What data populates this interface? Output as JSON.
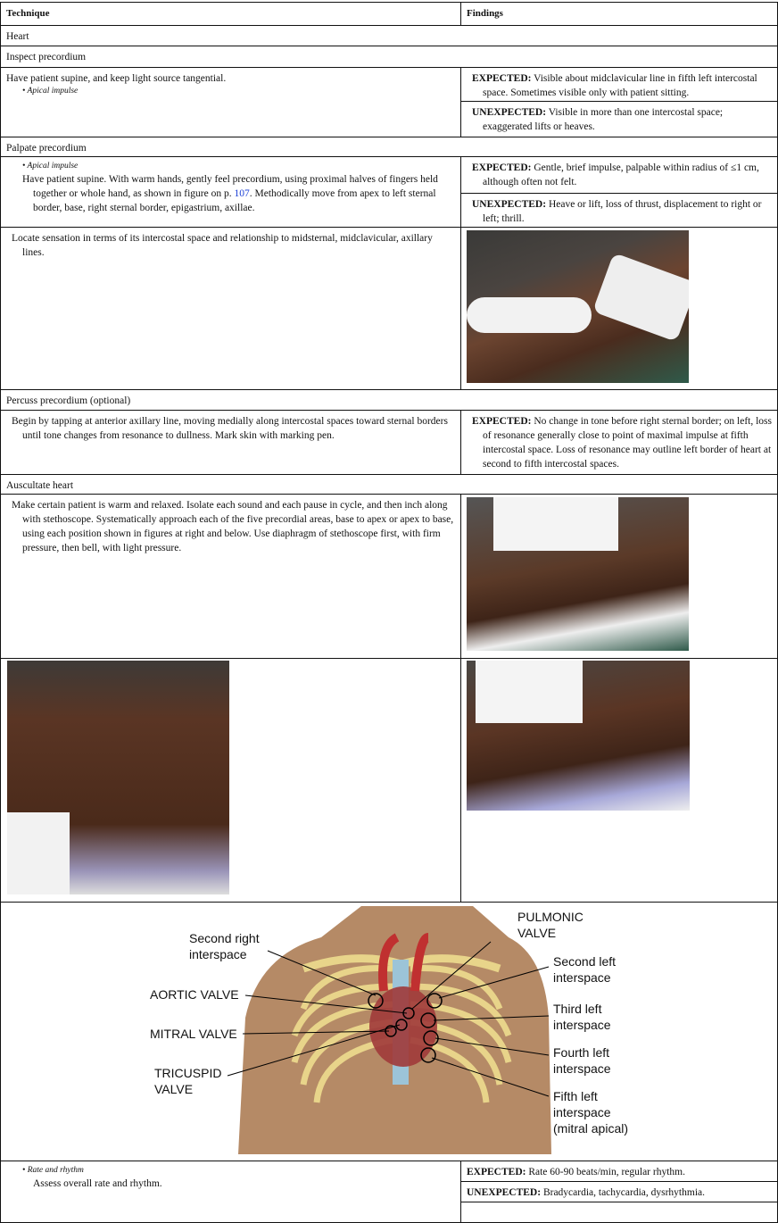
{
  "header": {
    "technique": "Technique",
    "findings": "Findings"
  },
  "section": "Heart",
  "inspect": {
    "title": "Inspect precordium",
    "technique": "Have patient supine, and keep light source tangential.",
    "bullet": "• Apical impulse",
    "expected_label": "EXPECTED:",
    "expected": " Visible about midclavicular line in fifth left intercostal space. Sometimes visible only with patient sitting.",
    "unexpected_label": "UNEXPECTED:",
    "unexpected": " Visible in more than one intercostal space; exaggerated lifts or heaves."
  },
  "palpate": {
    "title": "Palpate precordium",
    "bullet": "• Apical impulse",
    "technique_a": "Have patient supine. With warm hands, gently feel precordium, using proximal halves of fingers held together or whole hand, as shown in figure on p. ",
    "page_link": "107",
    "technique_b": ". Methodically move from apex to left sternal border, base, right sternal border, epigastrium, axillae.",
    "expected_label": "EXPECTED:",
    "expected": " Gentle, brief impulse, palpable within radius of ≤1 cm, although often not felt.",
    "unexpected_label": "UNEXPECTED:",
    "unexpected": " Heave or lift, loss of thrust, displacement to right or left; thrill.",
    "locate": "Locate sensation in terms of its intercostal space and relationship to midsternal, midclavicular, axillary lines."
  },
  "percuss": {
    "title": "Percuss precordium (optional)",
    "technique": "Begin by tapping at anterior axillary line, moving medially along intercostal spaces toward sternal borders until tone changes from resonance to dullness. Mark skin with marking pen.",
    "expected_label": "EXPECTED:",
    "expected": " No change in tone before right sternal border; on left, loss of resonance generally close to point of maximal impulse at fifth intercostal space. Loss of resonance may outline left border of heart at second to fifth intercostal spaces."
  },
  "auscultate": {
    "title": "Auscultate heart",
    "technique": "Make certain patient is warm and relaxed. Isolate each sound and each pause in cycle, and then inch along with stethoscope. Systematically approach each of the five precordial areas, base to apex or apex to base, using each position shown in figures at right and below. Use diaphragm of stethoscope first, with firm pressure, then bell, with light pressure."
  },
  "diagram": {
    "second_right": "Second right\ninterspace",
    "aortic": "AORTIC VALVE",
    "mitral": "MITRAL VALVE",
    "tricuspid": "TRICUSPID\nVALVE",
    "pulmonic": "PULMONIC\nVALVE",
    "second_left": "Second left\ninterspace",
    "third_left": "Third left\ninterspace",
    "fourth_left": "Fourth left\ninterspace",
    "fifth_left": "Fifth left\ninterspace\n(mitral apical)"
  },
  "rate": {
    "bullet": "• Rate and rhythm",
    "technique": "Assess overall rate and rhythm.",
    "expected_label": "EXPECTED:",
    "expected": " Rate 60-90 beats/min, regular rhythm.",
    "unexpected_label": "UNEXPECTED:",
    "unexpected": " Bradycardia, tachycardia, dysrhythmia."
  }
}
